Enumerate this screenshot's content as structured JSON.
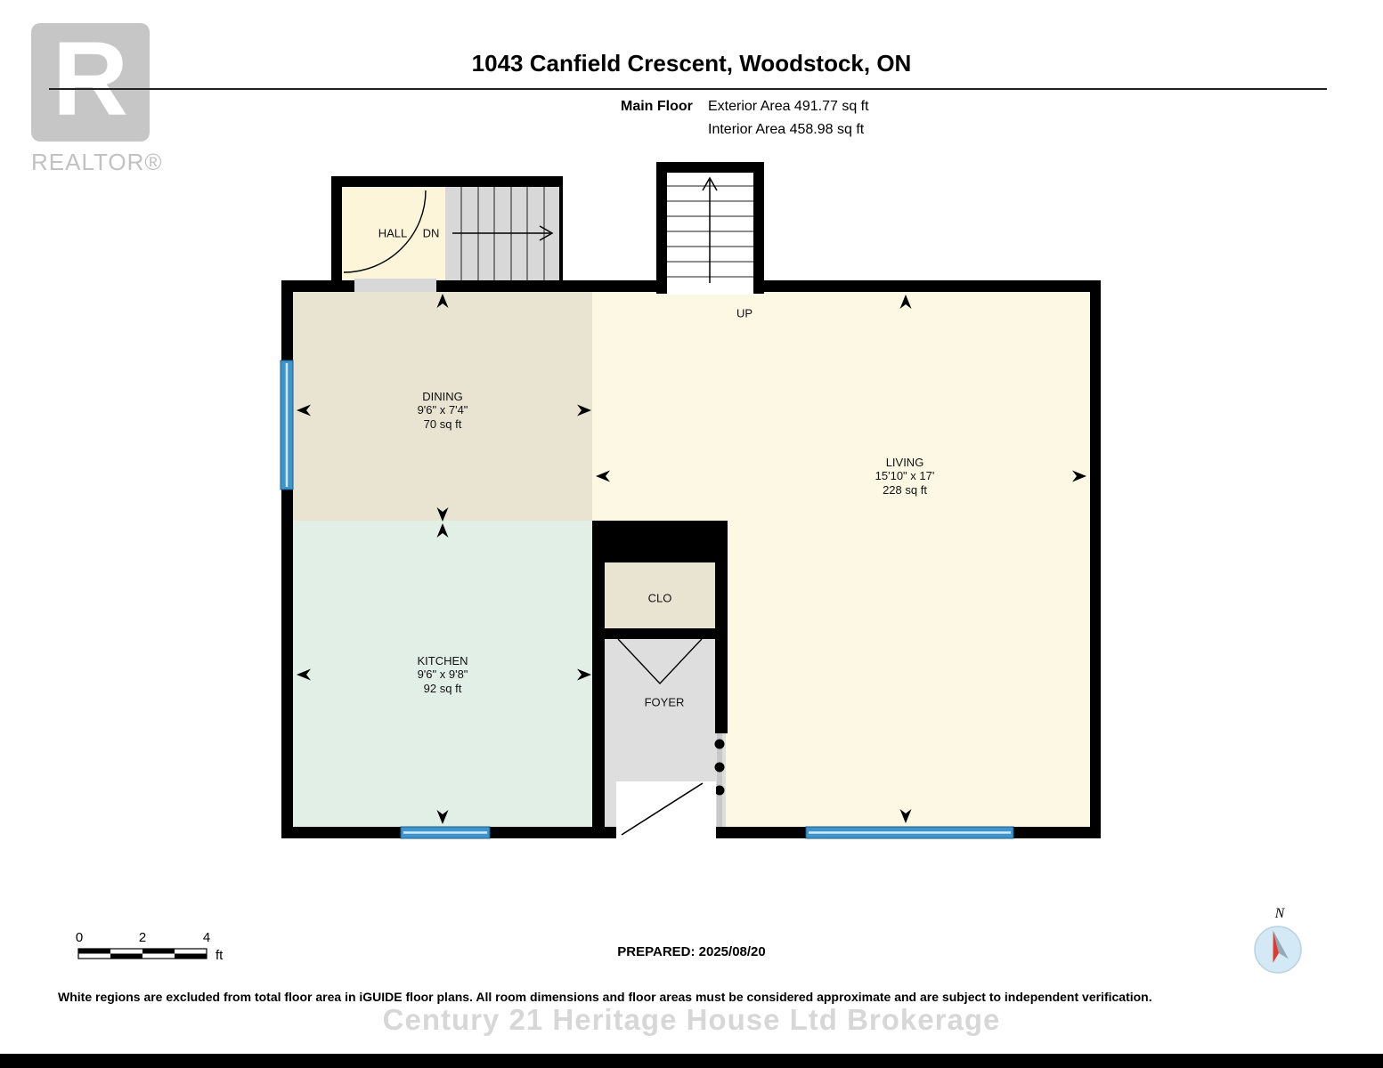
{
  "header": {
    "realtor_r": "R",
    "realtor_text": "REALTOR®",
    "title": "1043 Canfield Crescent, Woodstock, ON",
    "floor_label": "Main Floor",
    "exterior_area": "Exterior Area 491.77 sq ft",
    "interior_area": "Interior Area 458.98 sq ft"
  },
  "plan": {
    "hall": "HALL",
    "dn": "DN",
    "up": "UP",
    "dining": {
      "name": "DINING",
      "dims": "9'6\" x 7'4\"",
      "area": "70 sq ft"
    },
    "living": {
      "name": "LIVING",
      "dims": "15'10\" x 17'",
      "area": "228 sq ft"
    },
    "kitchen": {
      "name": "KITCHEN",
      "dims": "9'6\" x 9'8\"",
      "area": "92 sq ft"
    },
    "clo": "CLO",
    "foyer": "FOYER"
  },
  "scalebar": {
    "tick0": "0",
    "tick2": "2",
    "tick4": "4",
    "unit": "ft"
  },
  "compass_n": "N",
  "footer": {
    "prepared": "PREPARED: 2025/08/20",
    "disclaimer": "White regions are excluded from total floor area in iGUIDE floor plans. All room dimensions and floor areas must be considered approximate and are subject to independent verification.",
    "watermark": "Century 21 Heritage House Ltd Brokerage"
  },
  "colors": {
    "wall": "#000000",
    "dining": "#e9e3d2",
    "kitchen": "#e2efe6",
    "living": "#fdf8e4",
    "hall": "#fcf5da",
    "stairs": "#d8d8d8",
    "foyer": "#dedede",
    "window": "#3f94cc"
  }
}
